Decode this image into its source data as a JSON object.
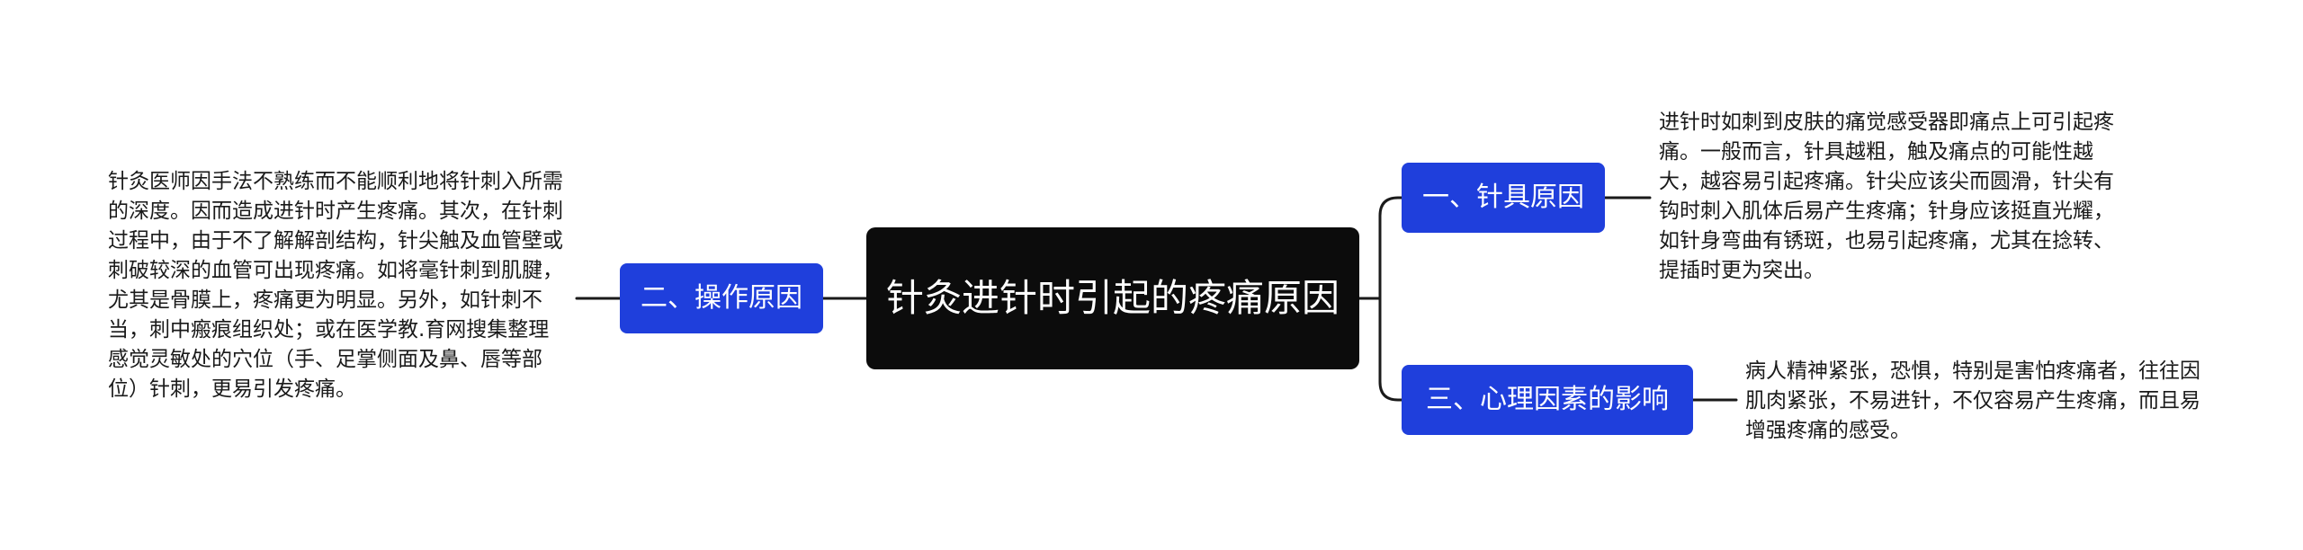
{
  "central_topic": "针灸进针时引起的疼痛原因",
  "branches": [
    {
      "label": "一、针具原因",
      "detail": "进针时如刺到皮肤的痛觉感受器即痛点上可引起疼痛。一般而言，针具越粗，触及痛点的可能性越大，越容易引起疼痛。针尖应该尖而圆滑，针尖有钩时刺入肌体后易产生疼痛；针身应该挺直光耀，如针身弯曲有锈斑，也易引起疼痛，尤其在捻转、提插时更为突出。"
    },
    {
      "label": "三、心理因素的影响",
      "detail": "病人精神紧张，恐惧，特别是害怕疼痛者，往往因肌肉紧张，不易进针，不仅容易产生疼痛，而且易增强疼痛的感受。"
    },
    {
      "label": "二、操作原因",
      "detail": "针灸医师因手法不熟练而不能顺利地将针刺入所需的深度。因而造成进针时产生疼痛。其次，在针刺过程中，由于不了解解剖结构，针尖触及血管壁或刺破较深的血管可出现疼痛。如将毫针刺到肌腱，尤其是骨膜上，疼痛更为明显。另外，如针刺不当，刺中瘢痕组织处；或在医学教.育网搜集整理感觉灵敏处的穴位（手、足掌侧面及鼻、唇等部位）针刺，更易引发疼痛。"
    }
  ],
  "colors": {
    "root_fill": "#0c0c0c",
    "branch_fill": "#1f3fdc",
    "connector": "#1a1a1a",
    "text_dark": "#1a1a1a"
  }
}
